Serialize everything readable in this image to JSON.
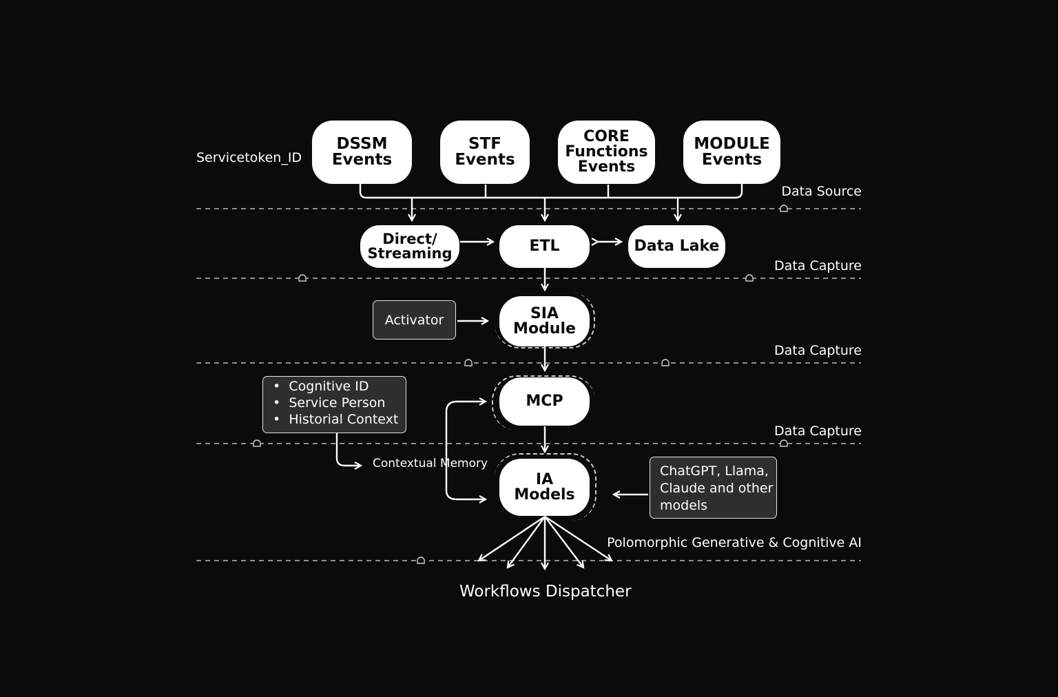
{
  "sources": {
    "dssm": [
      "DSSM",
      "Events"
    ],
    "stf": [
      "STF",
      "Events"
    ],
    "core": [
      "CORE",
      "Functions",
      "Events"
    ],
    "module": [
      "MODULE",
      "Events"
    ]
  },
  "capture": {
    "direct": [
      "Direct/",
      "Streaming"
    ],
    "etl": "ETL",
    "datalake": "Data Lake"
  },
  "sia": [
    "SIA",
    "Module"
  ],
  "activator": "Activator",
  "mcp": "MCP",
  "ia_models": [
    "IA",
    "Models"
  ],
  "context_box": [
    "Cognitive ID",
    "Service Person",
    "Historial Context"
  ],
  "contextual_memory": "Contextual Memory",
  "models_box": [
    "ChatGPT, Llama,",
    "Claude and other",
    "models"
  ],
  "labels": {
    "servicetoken": "Servicetoken_ID",
    "data_source": "Data Source",
    "data_capture_1": "Data Capture",
    "data_capture_2": "Data Capture",
    "data_capture_3": "Data Capture",
    "polomorphic": "Polomorphic Generative & Cognitive AI",
    "dispatcher": "Workflows Dispatcher"
  },
  "colors": {
    "background": "#0b0b0b",
    "node_fill": "#ffffff",
    "dark_box": "#2e2e2e"
  }
}
